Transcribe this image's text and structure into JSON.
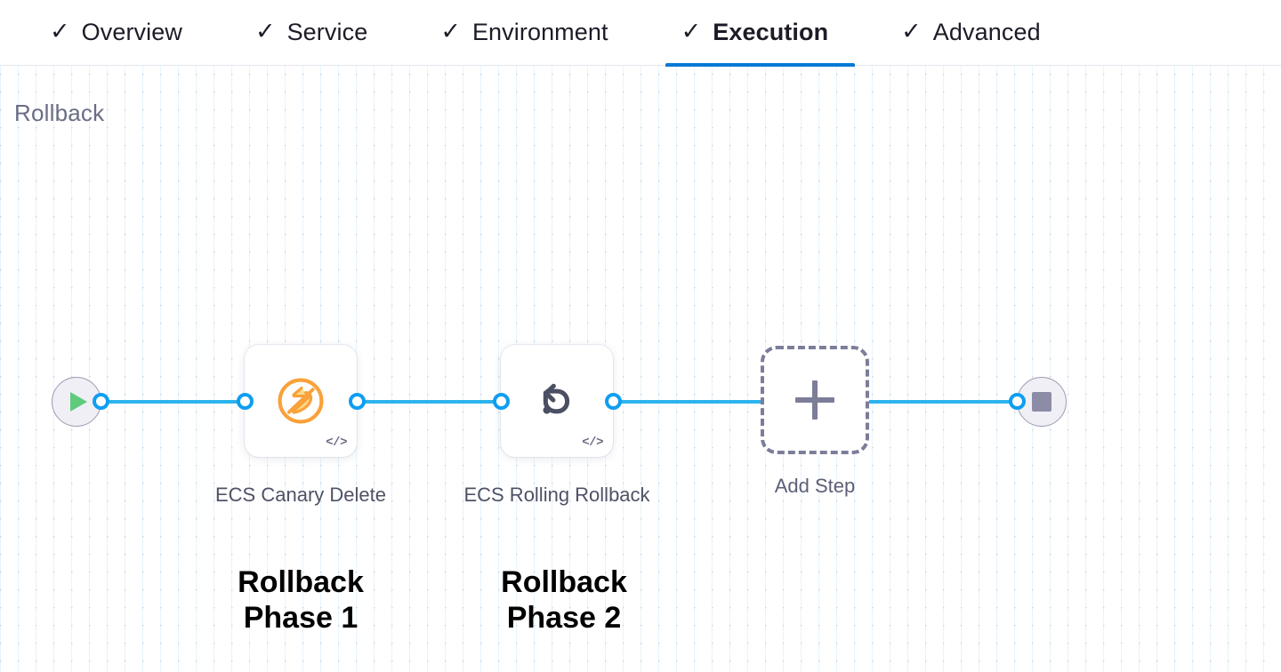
{
  "tabs": [
    {
      "label": "Overview",
      "icon": "check-icon",
      "checked": true,
      "active": false
    },
    {
      "label": "Service",
      "icon": "check-icon",
      "checked": true,
      "active": false
    },
    {
      "label": "Environment",
      "icon": "check-icon",
      "checked": true,
      "active": false
    },
    {
      "label": "Execution",
      "icon": "check-icon",
      "checked": true,
      "active": true
    },
    {
      "label": "Advanced",
      "icon": "check-icon",
      "checked": true,
      "active": false
    }
  ],
  "section": {
    "title": "Rollback"
  },
  "flow": {
    "start_node": {
      "icon": "play-icon",
      "name": "start"
    },
    "end_node": {
      "icon": "stop-icon",
      "name": "end"
    },
    "steps": [
      {
        "label": "ECS Canary\nDelete",
        "icon": "ecs-canary-delete-icon",
        "badge": "</>",
        "annotation": "Rollback\nPhase 1"
      },
      {
        "label": "ECS Rolling\nRollback",
        "icon": "rollback-arrow-icon",
        "badge": "</>",
        "annotation": "Rollback\nPhase 2"
      }
    ],
    "add_step": {
      "label": "Add Step",
      "icon": "plus-icon"
    }
  },
  "colors": {
    "accent_blue": "#0278d5",
    "edge_blue": "#2cb3ed",
    "port_blue": "#0f9ef0",
    "title_gray": "#6a6d85",
    "canary_orange": "#f7a432",
    "play_green": "#5ecb7d",
    "stop_gray": "#8c8ca6",
    "terminal_fill": "#f0eff6",
    "dashed_border": "#7b7d99",
    "annotation_black": "#000000"
  }
}
